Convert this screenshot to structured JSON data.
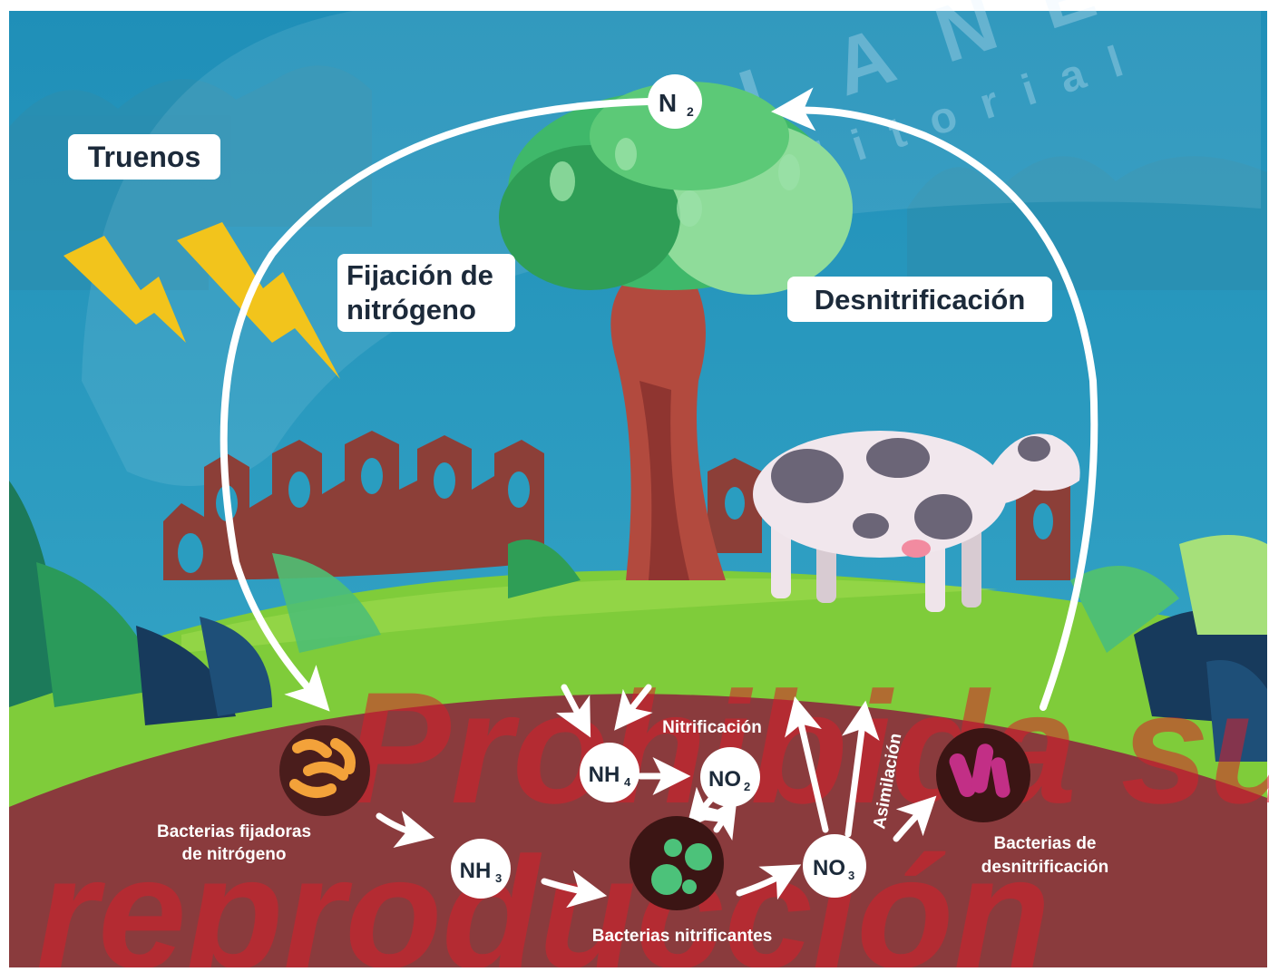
{
  "labels": {
    "truenos": "Truenos",
    "fijacion_line1": "Fijación de",
    "fijacion_line2": "nitrógeno",
    "desnitrificacion": "Desnitrificación",
    "nitrificacion": "Nitrificación",
    "asimilacion": "Asimilación",
    "bacterias_fijadoras_line1": "Bacterias fijadoras",
    "bacterias_fijadoras_line2": "de nitrógeno",
    "bacterias_nitrificantes": "Bacterias nitrificantes",
    "bacterias_desnit_line1": "Bacterias de",
    "bacterias_desnit_line2": "desnitrificación"
  },
  "molecules": {
    "n2": {
      "base": "N",
      "sub": "2"
    },
    "nh4": {
      "base": "NH",
      "sub": "4"
    },
    "no2": {
      "base": "NO",
      "sub": "2"
    },
    "nh3": {
      "base": "NH",
      "sub": "3"
    },
    "no3": {
      "base": "NO",
      "sub": "3"
    }
  },
  "watermark": {
    "brand": "PLANEA",
    "sub": "Editorial",
    "red_line1": "Prohibida su",
    "red_line2": "reproducción"
  },
  "colors": {
    "sky": "#2a9dc0",
    "soil": "#8a3b3d",
    "grass": "#7fcc3a",
    "lightning": "#f2c41c",
    "arrow": "#ffffff",
    "watermark_red": "#d81e2a"
  }
}
